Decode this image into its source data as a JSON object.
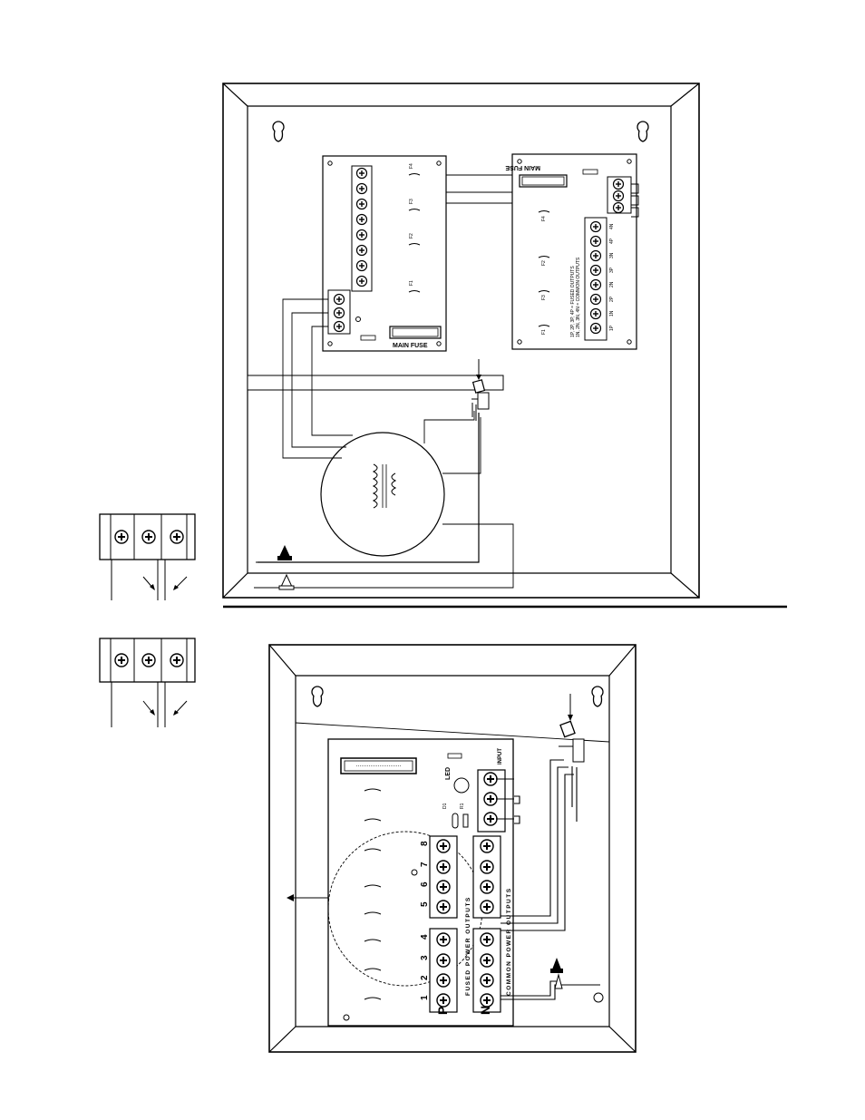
{
  "top_diagram": {
    "left_board": {
      "fuse_labels": [
        "F1",
        "F2",
        "F3",
        "F4"
      ],
      "main_fuse_label": "MAIN FUSE"
    },
    "right_board": {
      "main_fuse_label": "MAIN FUSE",
      "legend_line1": "1P, 2P, 3P, 4P = FUSED OUTPUTS",
      "legend_line2": "1N, 2N, 3N, 4N = COMMON OUTPUTS",
      "terminal_labels": [
        "4N",
        "4P",
        "3N",
        "3P",
        "2N",
        "2P",
        "1N",
        "1P"
      ],
      "fuse_labels": [
        "F4",
        "F3",
        "F2",
        "F1"
      ]
    }
  },
  "bottom_diagram": {
    "input_label": "INPUT",
    "led_label": "LED",
    "d1_label": "D1",
    "r1_label": "R1",
    "output_numbers": [
      "8",
      "7",
      "6",
      "5",
      "4",
      "3",
      "2",
      "1"
    ],
    "fused_label": "FUSED  POWER  OUTPUTS",
    "common_label": "COMMON  POWER  OUTPUTS",
    "p_label": "P",
    "n_label": "N"
  }
}
